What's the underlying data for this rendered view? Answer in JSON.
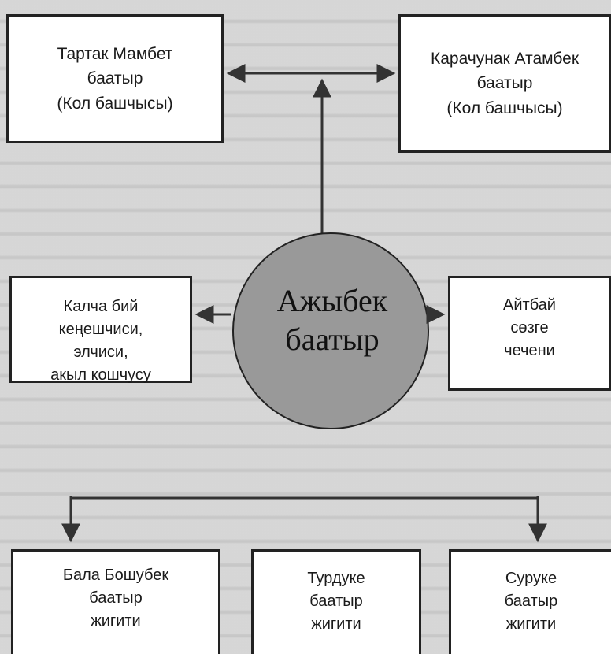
{
  "colors": {
    "background": "#d4d4d4",
    "box_fill": "#ffffff",
    "circle_fill": "#999999",
    "line": "#333333"
  },
  "center": {
    "line1": "Ажыбек",
    "line2": "баатыр"
  },
  "boxes": {
    "top_left": {
      "line1": "Тартак Мамбет",
      "line2": "баатыр",
      "line3": "(Кол башчысы)"
    },
    "top_right": {
      "line1": "Карачунак Атамбек",
      "line2": "баатыр",
      "line3": "(Кол башчысы)"
    },
    "mid_left": {
      "line1": "Калча бий",
      "line2": "кеңешчиси,",
      "line3": "элчиси,",
      "line4": "акыл кошчусу"
    },
    "mid_right": {
      "line1": "Айтбай",
      "line2": "сөзге",
      "line3": "чечени"
    },
    "bottom_left": {
      "line1": "Бала Бошубек",
      "line2": "баатыр",
      "line3": "жигити"
    },
    "bottom_mid": {
      "line1": "Турдуке",
      "line2": "баатыр",
      "line3": "жигити"
    },
    "bottom_right": {
      "line1": "Суруке",
      "line2": "баатыр",
      "line3": "жигити"
    }
  }
}
